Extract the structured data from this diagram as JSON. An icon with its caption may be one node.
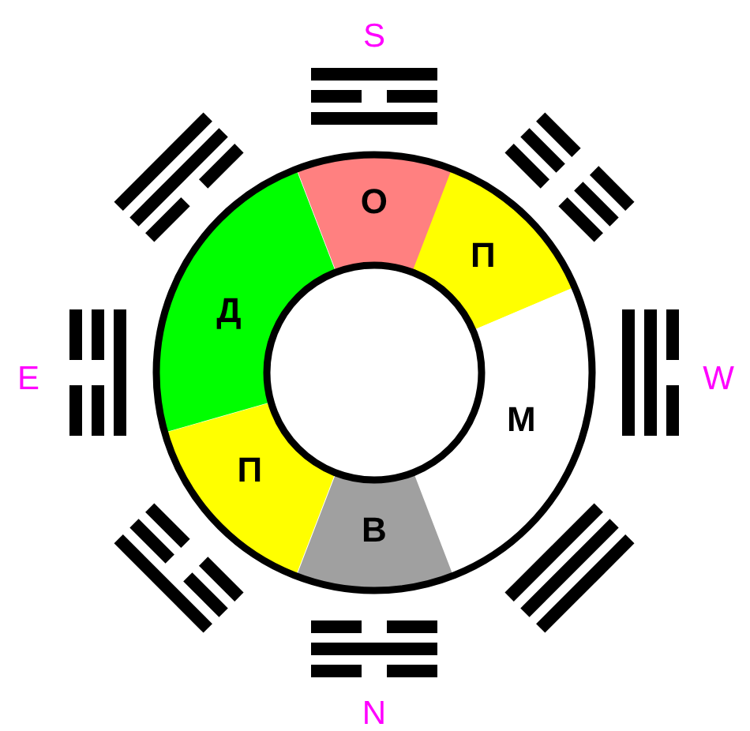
{
  "diagram": {
    "nodes": [
      {
        "text": [
          "О"
        ]
      },
      {
        "text": [
          "П"
        ]
      },
      {
        "text": [
          "Д"
        ]
      },
      {
        "text": [
          "М"
        ]
      },
      {
        "text": [
          "П"
        ]
      },
      {
        "text": [
          "В"
        ]
      }
    ],
    "labels": [
      "S",
      "E",
      "W",
      "N"
    ]
  }
}
